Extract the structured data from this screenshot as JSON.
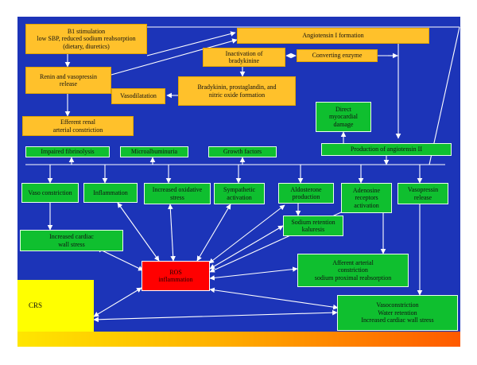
{
  "boxes": {
    "b1": "B1 stimulation\nlow SBP, reduced sodium reabsorption\n(dietary, diuretics)",
    "renin": "Renin and vasopressin\nrelease",
    "efferent": "Efferent renal\narterial constriction",
    "angiotensin_i": "Angiotensin I formation",
    "inactivation": "Inactivation of\nbradykinine",
    "converting": "Converting enzyme",
    "vasodilatation": "Vasodilatation",
    "bradykinin": "Bradykinin, prostaglandin, and\nnitric oxide formation",
    "myocardial": "Direct\nmyocardial\ndamage",
    "angiotensin_ii": "Production of angiotensin II",
    "fibrinolysis": "Impaired fibrinolysis",
    "microalbuminuria": "Microalbuminuria",
    "growth": "Growth factors",
    "vasoconstriction_top": "Vaso constriction",
    "inflammation": "Inflammation",
    "oxidative": "Increased oxidative\nstress",
    "sympathetic": "Sympathetic\nactivation",
    "aldosterone": "Aldosterone\nproduction",
    "adenosine": "Adenosine\nreceptors\nactivation",
    "vasopressin": "Vasopressin\nrelease",
    "cardiac_wall": "Increased cardiac\nwall stress",
    "sodium_retention": "Sodium retention\nkaluresis",
    "ros": "ROS\ninflammation",
    "afferent": "Afferent arterial\nconstriction\nsodium proximal reabsorption",
    "crs": "CRS",
    "vaso_water": "Vasoconstriction\nWater retention\nIncreased cardiac wall stress"
  },
  "colors": {
    "background": "#1c34b8",
    "yellow_box": "#ffc12b",
    "green_box": "#0fbf2f",
    "red_box": "#ff0000",
    "crs_box": "#ffff00",
    "arrows": "#ffffff"
  }
}
